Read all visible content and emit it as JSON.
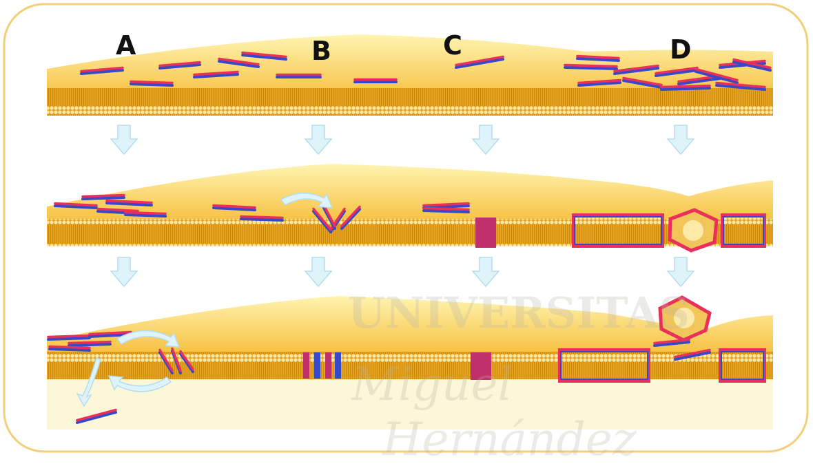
{
  "figure": {
    "column_labels": [
      "A",
      "B",
      "C",
      "D"
    ],
    "stages": 3,
    "colors": {
      "frame_border": "#f2cf7a",
      "solution_light": "#fff3a8",
      "solution_dark": "#f5b521",
      "membrane_head": "#fde9a8",
      "membrane_tail": "#c98a10",
      "peptide_red": "#e8305a",
      "peptide_blue": "#3549c9",
      "pore_magenta": "#c0306a",
      "arrow_fill": "#dff3fb",
      "arrow_edge": "#b3def0"
    }
  },
  "watermark": {
    "lines": [
      "UNIVERSITAS",
      "Miguel",
      "Hernández"
    ]
  }
}
